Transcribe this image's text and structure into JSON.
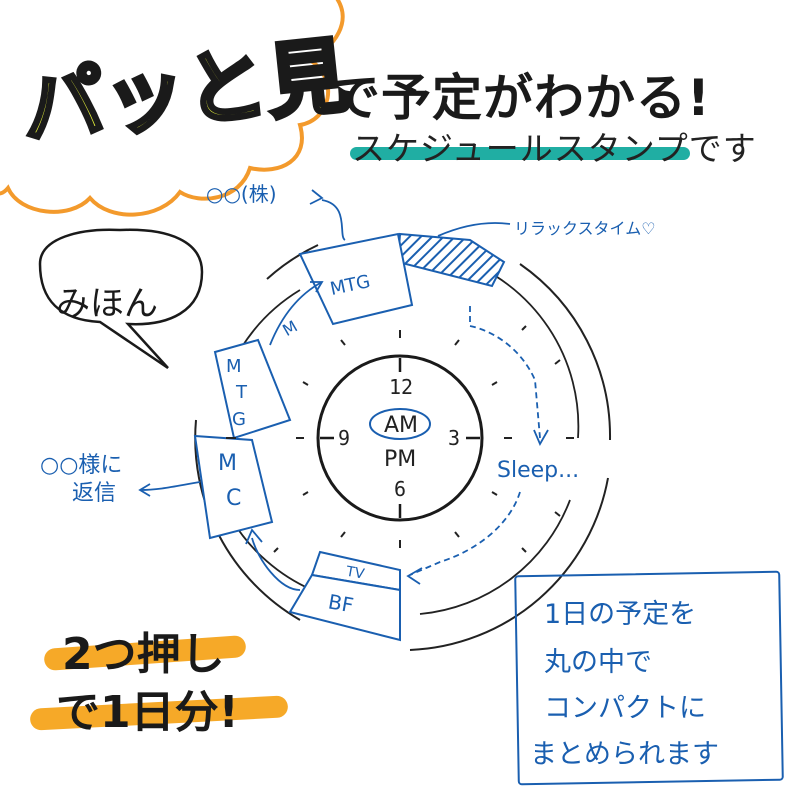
{
  "title": {
    "highlight": "パッと見",
    "rest": "で予定がわかる!",
    "subtitle": "スケジュールスタンプです"
  },
  "sample_bubble": "みほん",
  "labels": {
    "company": "○○(株)",
    "relax": "リラックスタイム♡",
    "reply_line1": "○○様に",
    "reply_line2": "返信",
    "sleep": "Sleep..."
  },
  "clock": {
    "n12": "12",
    "n3": "3",
    "n6": "6",
    "n9": "9",
    "am": "AM",
    "pm": "PM"
  },
  "segments": {
    "mtg_top": "MTG",
    "m_top": "M",
    "mtg_left_1": "M",
    "mtg_left_2": "T",
    "mtg_left_3": "G",
    "mc_1": "M",
    "mc_2": "C",
    "tv": "TV",
    "bf": "BF"
  },
  "footer": {
    "line1": "2つ押し",
    "line2": "で1日分!"
  },
  "note": {
    "line1": "1日の予定を",
    "line2": "丸の中で",
    "line3": "コンパクトに",
    "line4": "まとめられます"
  },
  "colors": {
    "accent_blue": "#1a5fb0",
    "highlight_yellow": "#e2ee3a",
    "burst_orange": "#f39a2c",
    "teal": "#20aea3",
    "footer_orange": "#f6a928"
  }
}
